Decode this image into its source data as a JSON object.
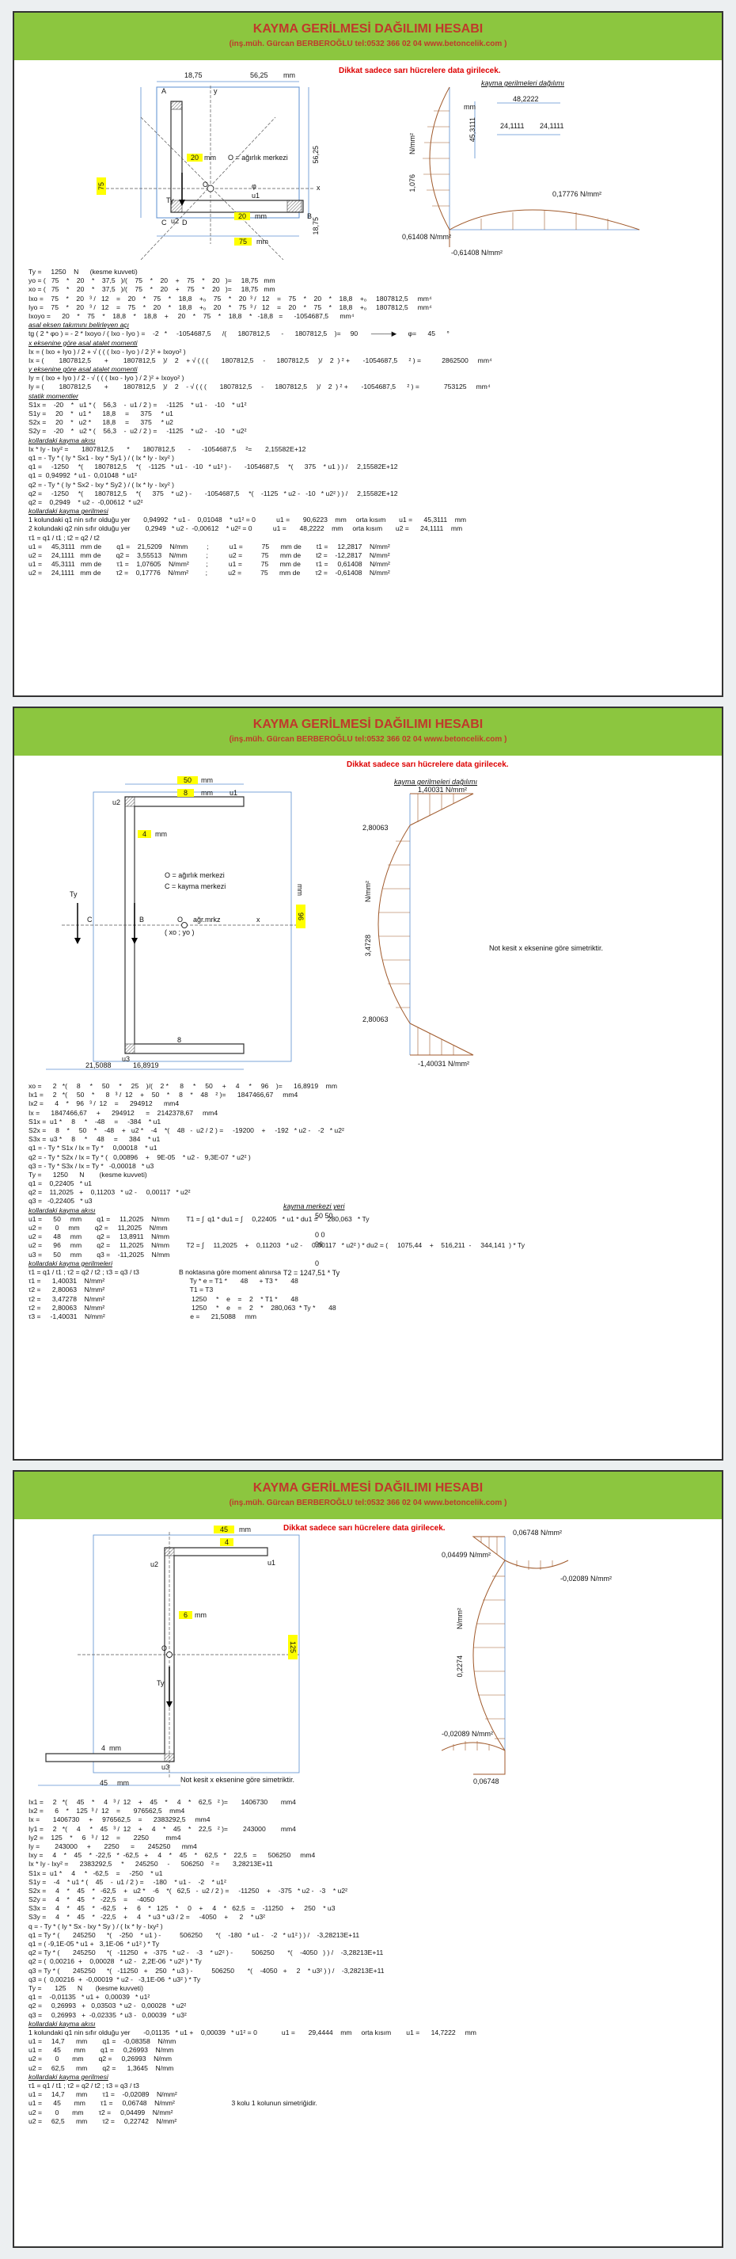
{
  "sheets": [
    {
      "title": "KAYMA GERİLMESİ DAĞILIMI HESABI",
      "subtitle": "(inş.müh. Gürcan BERBEROĞLU tel:0532 366 02 04   www.betoncelik.com )",
      "note": "Dikkat sadece sarı hücrelere data girilecek.",
      "fig_labels": {
        "dim_top_left": "18,75",
        "dim_top_mid": "56,25",
        "unit_mm": "mm",
        "pt_A": "A",
        "pt_B": "B",
        "pt_C": "C",
        "pt_D": "D",
        "t20a": "20",
        "t20b": "20",
        "h75": "75",
        "b75": "75",
        "center_text": "O = ağırlık merkezi",
        "dim_right1": "56,25",
        "dim_right2": "18,75",
        "u1": "u1",
        "u2": "u2",
        "ty": "Ty",
        "phi": "φ",
        "o": "O",
        "x": "x",
        "y": "y"
      },
      "stress_labels": {
        "title": "kayma gerilmeleri dağılımı",
        "v1": "48,2222",
        "v2": "45,3111",
        "v3": "24,1111",
        "v4": "24,1111",
        "v5": "0,17776  N/mm²",
        "v6": "0,61408  N/mm²",
        "v7": "-0,61408  N/mm²",
        "v8": "1,076",
        "unit": "N/mm²",
        "mm": "mm"
      },
      "lines": [
        {
          "t": "Ty =     1250    N      (kesme kuvveti)"
        },
        {
          "t": "yo = (   75    *    20    *    37,5   )/(    75    *    20    +    75    *    20   )=     18,75   mm"
        },
        {
          "t": "xo = (   75    *    20    *    37,5   )/(    75    *    20    +    75    *    20   )=     18,75   mm"
        },
        {
          "t": "Ixo =    75    *    20   ³ /   12    =    20    *    75    *    18,8    +ₒ    75    *    20  ³ /   12    =    75    *    20    *    18,8    +ₒ     1807812,5     mm⁴"
        },
        {
          "t": "Iyo =    75    *    20   ³ /   12    =    75    *    20    *    18,8    +ₒ    20    *    75  ³ /   12    =    20    *    75    *    18,8    +ₒ     1807812,5     mm⁴"
        },
        {
          "t": "Ixoyo =      20    *    75    *    18,8    *    18,8    +     20    *    75    *    18,8    *   -18,8   =      -1054687,5      mm⁴"
        },
        {
          "t": "asal eksen takımını belirleyen açı",
          "h": true
        },
        {
          "t": "tg ( 2 * φo ) = - 2 * Ixoyo / ( Ixo - Iyo ) =    -2   *     -1054687,5      /(      1807812,5      -      1807812,5    )=     90       ———▶      φ=      45      °"
        },
        {
          "t": "x eksenine göre asal atalet momenti",
          "h": true
        },
        {
          "t": "Ix = ( Ixo + Iyo ) / 2 + √ ( ( ( Ixo - Iyo ) / 2 )² + Ixoyo² )"
        },
        {
          "t": "Ix = (        1807812,5       +        1807812,5    )/    2    + √ ( ( (       1807812,5     -      1807812,5     )/    2  ) ² +       -1054687,5      ² ) =           2862500     mm⁴"
        },
        {
          "t": "y eksenine göre asal atalet momenti",
          "h": true
        },
        {
          "t": "Iy = ( Ixo + Iyo ) / 2 - √ ( ( ( Ixo - Iyo ) / 2 )² + Ixoyo² )"
        },
        {
          "t": "Iy = (        1807812,5       +        1807812,5    )/    2    - √ ( ( (       1807812,5     -      1807812,5     )/    2  ) ² +       -1054687,5      ² ) =             753125     mm⁴"
        },
        {
          "t": "statik momentler",
          "h": true
        },
        {
          "t": "S1x =    -20    *   u1 * (    56,3    -  u1 / 2 ) =     -1125    * u1 -    -10    * u1²"
        },
        {
          "t": "S1y =     20    *   u1 *      18,8     =      375     * u1"
        },
        {
          "t": "S2x =     20    *   u2 *      18,8     =      375     * u2"
        },
        {
          "t": "S2y =    -20    *   u2 * (    56,3    -  u2 / 2 ) =     -1125    * u2 -    -10    * u2²"
        },
        {
          "t": "kollardaki kayma akısı",
          "h": true
        },
        {
          "t": "Ix * Iy - Ixy² =       1807812,5       *       1807812,5       -      -1054687,5     ²=       2,15582E+12"
        },
        {
          "t": "q1 = - Ty * ( Iy * Sx1 - Ixy * Sy1 ) / ( Ix * Iy - Ixy² )"
        },
        {
          "t": "q1 =     -1250     *(      1807812,5     *(    -1125   * u1 -   -10   * u1² ) -       -1054687,5     *(      375    * u1 ) ) /     2,15582E+12"
        },
        {
          "t": "q1 =  0,94992  * u1 -  0,01048  * u1²"
        },
        {
          "t": "q2 = - Ty * ( Iy * Sx2 - Ixy * Sy2 ) / ( Ix * Iy - Ixy² )"
        },
        {
          "t": "q2 =     -1250     *(      1807812,5     *(      375    * u2 ) -       -1054687,5     *(    -1125   * u2 -   -10   * u2² ) ) /     2,15582E+12"
        },
        {
          "t": "q2 =    0,2949    * u2 -  -0,00612  * u2²"
        },
        {
          "t": "kollardaki kayma gerilmesi",
          "h": true
        },
        {
          "t": "1 kolundaki q1 nin sıfır olduğu yer       0,94992   * u1 -    0,01048    * u1² = 0           u1 =       90,6223    mm     orta kısım       u1 =      45,3111    mm"
        },
        {
          "t": "2 kolundaki q2 nin sıfır olduğu yer        0,2949   * u2 -  -0,00612    * u2² = 0           u1 =       48,2222    mm     orta kısım       u2 =      24,1111    mm"
        },
        {
          "t": "τ1 = q1 / t1 ; t2 = q2 / t2"
        },
        {
          "t": "u1 =     45,3111   mm de        q1 =    21,5209    N/mm          ;           u1 =          75      mm de        t1 =     12,2817    N/mm²"
        },
        {
          "t": "u2 =     24,1111   mm de        q2 =    3,55513    N/mm          ;           u2 =          75      mm de        t2 =    -12,2817    N/mm²"
        },
        {
          "t": "u1 =     45,3111   mm de        τ1 =    1,07605    N/mm²         ;           u1 =          75      mm de        τ1 =     0,61408    N/mm²"
        },
        {
          "t": "u2 =     24,1111   mm de        τ2 =    0,17776    N/mm²         ;           u2 =          75      mm de        τ2 =    -0,61408    N/mm²"
        }
      ]
    },
    {
      "title": "KAYMA GERİLMESİ DAĞILIMI HESABI",
      "subtitle": "(inş.müh. Gürcan BERBEROĞLU tel:0532 366 02 04   www.betoncelik.com )",
      "note": "Dikkat sadece sarı hücrelere data girilecek.",
      "fig_labels": {
        "b50": "50",
        "mm": "mm",
        "t8": "8",
        "u1": "u1",
        "u2": "u2",
        "u3": "u3",
        "t4": "4",
        "c1": "O = ağırlık merkezi",
        "c2": "C = kayma merkezi",
        "ty": "Ty",
        "h96": "96",
        "B": "B",
        "O": "O",
        "agr": "ağr.mrkz",
        "x": "x",
        "xo": "( xo ; yo )",
        "C": "C",
        "d1": "21,5088",
        "d2": "16,8919",
        "t8b": "8"
      },
      "stress_labels": {
        "title": "kayma gerilmeleri dağılımı",
        "v1": "1,40031   N/mm²",
        "v2": "2,80063",
        "v3": "3,4728",
        "v4": "2,80063",
        "v5": "-1,40031   N/mm²",
        "unit": "N/mm²",
        "sym": "Not kesit x eksenine göre simetriktir."
      },
      "lines": [
        {
          "t": "xo =      2   *(     8     *     50     *     25    )/(    2 *      8     *     50     +     4     *     96    )=      16,8919    mm"
        },
        {
          "t": "Ix1 =     2   *(     50    *      8   ³ /  12    +    50    *     8    *    48    ² )=      1847466,67     mm4"
        },
        {
          "t": "Ix2 =      4    *    96   ³ /  12    =      294912      mm4"
        },
        {
          "t": "Ix =      1847466,67     +      294912      =    2142378,67     mm4"
        },
        {
          "t": "S1x =  u1 *     8     *    -48     =     -384    * u1"
        },
        {
          "t": "S2x =     8    *     50    *    -48    +   u2 *    -4    *(    48   -  u2 / 2 ) =     -19200    +     -192   * u2 -    -2   * u2²"
        },
        {
          "t": "S3x =  u3 *     8     *     48     =      384    * u1"
        },
        {
          "t": "q1 = - Ty * S1x / Ix = Ty *     0,00018    * u1"
        },
        {
          "t": "q2 = - Ty * S2x / Ix = Ty * (   0,00896    +    9E-05    * u2 -   9,3E-07  * u2² )"
        },
        {
          "t": "q3 = - Ty * S3x / Ix = Ty *   -0,00018   * u3"
        },
        {
          "t": "Ty =      1250      N        (kesme kuvveti)"
        },
        {
          "t": "q1 =    0,22405   * u1"
        },
        {
          "t": "q2 =    11,2025   +    0,11203   * u2 -     0,00117   * u2²"
        },
        {
          "t": "q3 =   -0,22405   * u3"
        },
        {
          "t": "kollardaki kayma akısı",
          "h": true
        },
        {
          "t": "u1 =      50     mm        q1 =     11,2025    N/mm         T1 = ∫  q1 * du1 = ∫     0,22405   * u1 * du1 =     280,063   * Ty"
        },
        {
          "t": "u2 =       0     mm        q2 =     11,2025    N/mm"
        },
        {
          "t": "u2 =      48     mm        q2 =     13,8911    N/mm"
        },
        {
          "t": "u2 =      96     mm        q2 =     11,2025    N/mm         T2 = ∫     11,2025    +    0,11203   * u2 -     0,00117   * u2² ) * du2 = (     1075,44    +    516,211  -     344,141  ) * Ty"
        },
        {
          "t": "u3 =      50     mm        q3 =    -11,2025    N/mm"
        },
        {
          "t": "kollardaki kayma gerilmeleri",
          "h": true
        },
        {
          "t": "τ1 = q1 / t1 ; τ2 = q2 / t2 ; τ3 = q3 / t3                     B noktasına göre moment alınırsa"
        },
        {
          "t": "τ1 =      1,40031    N/mm²                                             Ty * e = T1 *       48      + T3 *       48"
        },
        {
          "t": "τ2 =      2,80063    N/mm²                                             T1 = T3"
        },
        {
          "t": "τ2 =      3,47278    N/mm²                                              1250     *    e    =    2    * T1 *       48"
        },
        {
          "t": "τ2 =      2,80063    N/mm²                                              1250     *    e    =    2    *    280,063  * Ty *       48"
        },
        {
          "t": "τ3 =     -1,40031    N/mm²                                             e =      21,5088     mm"
        }
      ],
      "side": {
        "kmh": "kayma merkezi yeri",
        "s1": "50                 50",
        "s2": "0                   0",
        "s3": "96",
        "T2": "T2 =      1247,51   * Ty",
        "z": "0"
      }
    },
    {
      "title": "KAYMA GERİLMESİ DAĞILIMI HESABI",
      "subtitle": "(inş.müh. Gürcan BERBEROĞLU tel:0532 366 02 04   www.betoncelik.com )",
      "note": "Dikkat sadece sarı hücrelere data girilecek.",
      "fig_labels": {
        "b45": "45",
        "mm": "mm",
        "t4": "4",
        "u1": "u1",
        "u2": "u2",
        "u3": "u3",
        "t6": "6",
        "h125": "125",
        "O": "O",
        "ty": "Ty",
        "t4b": "4",
        "b45b": "45",
        "sym": "Not kesit x eksenine göre simetriktir."
      },
      "stress_labels": {
        "v1": "0,06748  N/mm²",
        "v2": "0,04499  N/mm²",
        "v3": "-0,02089  N/mm²",
        "v4": "0,2274",
        "v5": "-0,02089  N/mm²",
        "v6": "0,06748",
        "unit": "N/mm²"
      },
      "lines": [
        {
          "t": "Ix1 =     2   *(     45    *     4   ³ /  12    +    45    *     4    *    62,5   ² )=       1406730       mm4"
        },
        {
          "t": "Ix2 =      6    *    125  ³ /  12    =       976562,5    mm4"
        },
        {
          "t": "Ix =       1406730     +     976562,5    =      2383292,5     mm4"
        },
        {
          "t": "Iy1 =     2   *(     4     *    45   ³ /  12    +     4    *    45    *    22,5   ² )=        243000        mm4"
        },
        {
          "t": "Iy2 =    125    *     6   ³ /  12    =       2250         mm4"
        },
        {
          "t": "Iy =        243000     +       2250      =       245250      mm4"
        },
        {
          "t": "Ixy =     4    *    45    *  -22,5   *  -62,5   +     4    *    45    *    62,5   *    22,5   =      506250     mm4"
        },
        {
          "t": "Ix * Iy - Ixy² =      2383292,5     *      245250     -      506250    ² =       3,28213E+11"
        },
        {
          "t": "S1x =  u1 *     4     *   -62,5    =     -250    * u1"
        },
        {
          "t": "S1y =    -4    * u1 * (    45    -  u1 / 2 ) =     -180    * u1 -    -2    * u1²"
        },
        {
          "t": "S2x =     4    *    45    *   -62,5    +   u2 *    -6    *(   62,5   -  u2 / 2 ) =     -11250    +    -375   * u2 -   -3    * u2²"
        },
        {
          "t": "S2y =     4    *    45    *   -22,5    =     -4050"
        },
        {
          "t": "S3x =     4    *    45    *   -62,5    +     6    *   125    *     0    +     4    *   62,5   =    -11250    +     250    * u3"
        },
        {
          "t": "S3y =     4    *    45    *   -22,5    +     4    * u3 * u3 / 2 =     -4050    +      2    * u3²"
        },
        {
          "t": "q = - Ty * ( Iy * Sx - Ixy * Sy ) / ( Ix * Iy - Ixy² )"
        },
        {
          "t": "q1 = Ty * (       245250      *(    -250    * u1 ) -          506250       *(    -180   * u1 -    -2   * u1² ) ) /    -3,28213E+11"
        },
        {
          "t": "q1 = ( -9,1E-05 * u1 +   3,1E-06  * u1² ) * Ty"
        },
        {
          "t": "q2 = Ty * (       245250      *(   -11250   +   -375   * u2 -    -3    * u2² ) -          506250       *(    -4050   ) ) /    -3,28213E+11"
        },
        {
          "t": "q2 = (  0,00216  +    0,00028   * u2 -   2,2E-06  * u2² ) * Ty"
        },
        {
          "t": "q3 = Ty * (       245250      *(   -11250   +    250   * u3 ) -          506250       *(    -4050   +     2    * u3² ) ) /    -3,28213E+11"
        },
        {
          "t": "q3 = (  0,00216  +  -0,00019  * u2 -   -3,1E-06  * u3² ) * Ty"
        },
        {
          "t": "Ty =       125      N       (kesme kuvveti)"
        },
        {
          "t": "q1 =    -0,01135   * u1 +   0,00039   * u1²"
        },
        {
          "t": "q2 =     0,26993   +   0,03503  * u2 -   0,00028   * u2²"
        },
        {
          "t": "q3 =     0,26993   +  -0,02335  * u3 -   0,00039   * u3²"
        },
        {
          "t": "kollardaki kayma akısı",
          "h": true
        },
        {
          "t": "1 kolundaki q1 nin sıfır olduğu yer       -0,01135   * u1 +    0,00039   * u1² = 0             u1 =       29,4444    mm     orta kısım        u1 =      14,7222     mm"
        },
        {
          "t": "u1 =     14,7      mm        q1 =    -0,08358    N/mm"
        },
        {
          "t": "u1 =      45       mm        q1 =     0,26993    N/mm"
        },
        {
          "t": "u2 =       0       mm        q2 =     0,26993    N/mm"
        },
        {
          "t": "u2 =     62,5      mm        q2 =      1,3645    N/mm"
        },
        {
          "t": "kollardaki kayma gerilmesi",
          "h": true
        },
        {
          "t": "τ1 = q1 / t1 ; τ2 = q2 / t2 ; τ3 = q3 / t3"
        },
        {
          "t": "u1 =     14,7      mm        τ1 =    -0,02089    N/mm²"
        },
        {
          "t": "u1 =      45       mm        τ1 =     0,06748    N/mm²                              3 kolu 1 kolunun simetriğidir."
        },
        {
          "t": "u2 =       0       mm        τ2 =     0,04499    N/mm²"
        },
        {
          "t": "u2 =     62,5      mm        τ2 =     0,22742    N/mm²"
        }
      ]
    }
  ]
}
